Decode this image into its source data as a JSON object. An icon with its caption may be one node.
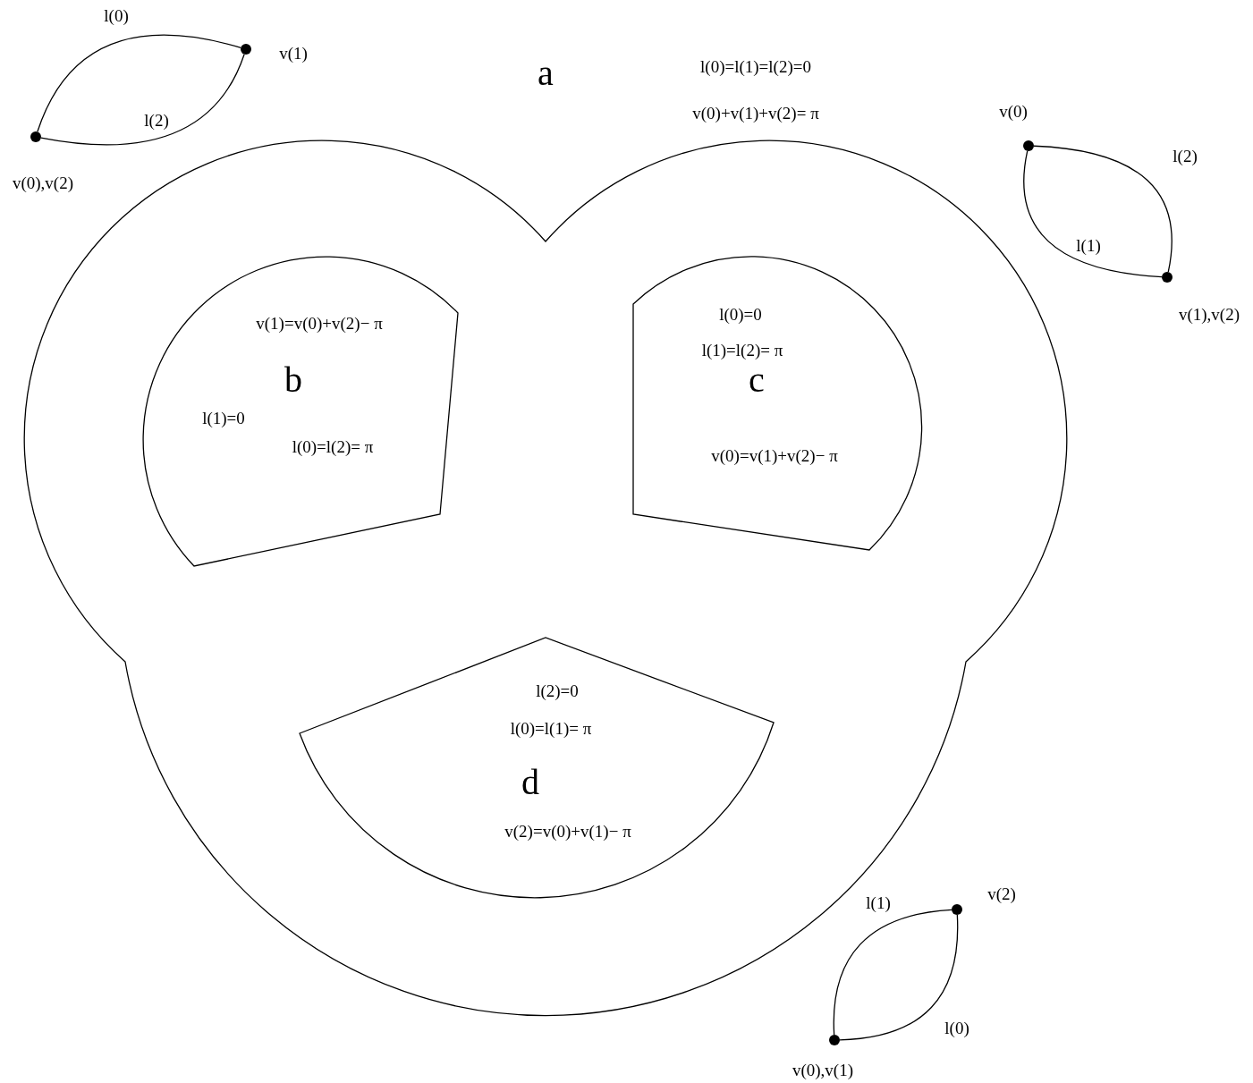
{
  "diagram": {
    "nodes": [
      {
        "text": [],
        "shape": "circle",
        "beside": [
          "v(1)"
        ]
      },
      {
        "text": [],
        "shape": "circle",
        "beside": [
          "v(0),v(2)"
        ]
      },
      {
        "text": [
          "a",
          "l(0)=l(1)=l(2)=0",
          "v(0)+v(1)+v(2)= π"
        ]
      },
      {
        "text": [
          "v(1)=v(0)+v(2)− π",
          "b",
          "l(1)=0",
          "l(0)=l(2)= π"
        ],
        "in": 2
      },
      {
        "text": [
          "l(0)=0",
          "l(1)=l(2)= π",
          "c",
          "v(0)=v(1)+v(2)− π"
        ],
        "in": 2
      },
      {
        "text": [
          "l(2)=0",
          "l(0)=l(1)= π",
          "d",
          "v(2)=v(0)+v(1)− π"
        ],
        "in": 2
      },
      {
        "text": [],
        "shape": "circle",
        "beside": [
          "v(0)"
        ]
      },
      {
        "text": [],
        "shape": "circle",
        "beside": [
          "v(1),v(2)"
        ]
      },
      {
        "text": [],
        "shape": "circle",
        "beside": [
          "v(2)"
        ]
      },
      {
        "text": [],
        "shape": "circle",
        "beside": [
          "v(0),v(1)"
        ]
      }
    ],
    "edges": [
      {
        "from": 1,
        "to": 0,
        "arrow": "none",
        "label": "l(0)"
      },
      {
        "from": 1,
        "to": 0,
        "arrow": "none",
        "label": "l(2)"
      },
      {
        "from": 6,
        "to": 7,
        "arrow": "none",
        "label": "l(2)"
      },
      {
        "from": 6,
        "to": 7,
        "arrow": "none",
        "label": "l(1)"
      },
      {
        "from": 9,
        "to": 8,
        "arrow": "none",
        "label": "l(1)"
      },
      {
        "from": 9,
        "to": 8,
        "arrow": "none",
        "label": "l(0)"
      }
    ]
  }
}
